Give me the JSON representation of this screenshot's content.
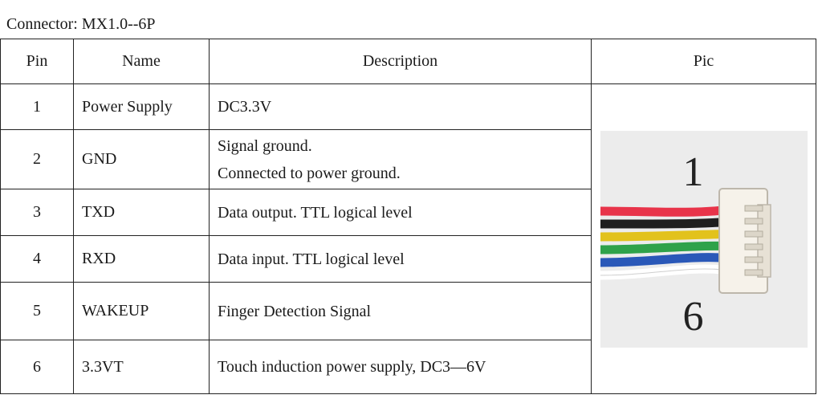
{
  "caption": "Connector: MX1.0--6P",
  "headers": {
    "pin": "Pin",
    "name": "Name",
    "description": "Description",
    "pic": "Pic"
  },
  "rows": [
    {
      "pin": "1",
      "name": "Power Supply",
      "desc": [
        "DC3.3V"
      ]
    },
    {
      "pin": "2",
      "name": "GND",
      "desc": [
        "Signal ground.",
        "Connected to power ground."
      ]
    },
    {
      "pin": "3",
      "name": "TXD",
      "desc": [
        "Data output. TTL logical level"
      ]
    },
    {
      "pin": "4",
      "name": "RXD",
      "desc": [
        "Data input. TTL logical level"
      ]
    },
    {
      "pin": "5",
      "name": "WAKEUP",
      "desc": [
        "Finger Detection Signal"
      ]
    },
    {
      "pin": "6",
      "name": "3.3VT",
      "desc": [
        "Touch induction power supply, DC3—6V"
      ]
    }
  ],
  "pic": {
    "label_top": "1",
    "label_bottom": "6",
    "wire_colors": [
      "#e8344a",
      "#1f1f1f",
      "#e2c21c",
      "#2fa24a",
      "#2a58b8",
      "#ffffff"
    ],
    "connector_color": "#f6f2ea"
  }
}
